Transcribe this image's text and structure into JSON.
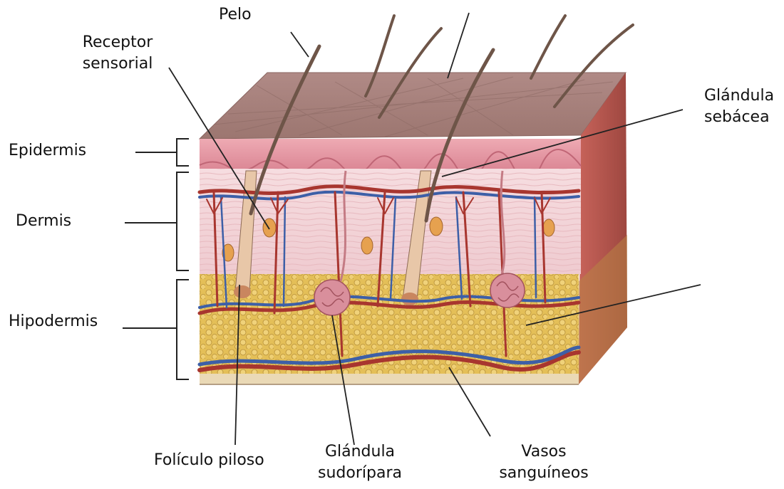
{
  "labels": {
    "pelo": "Pelo",
    "receptor": [
      "Receptor",
      "sensorial"
    ],
    "glandula_sebacea": [
      "Glándula",
      "sebácea"
    ],
    "epidermis": "Epidermis",
    "dermis": "Dermis",
    "hipodermis": "Hipodermis",
    "foliculo": "Folículo piloso",
    "glandula_sudoripara": [
      "Glándula",
      "sudorípara"
    ],
    "vasos": [
      "Vasos",
      "sanguíneos"
    ]
  },
  "colors": {
    "surface": "#a98580",
    "epidermis": "#e9a3ad",
    "dermis": "#f3d7da",
    "hypodermis": "#e3bd57",
    "side": "#b5554d",
    "vein": "#3d5fa7",
    "artery": "#a8362f",
    "hair": "#6e5548",
    "line": "#222222"
  }
}
